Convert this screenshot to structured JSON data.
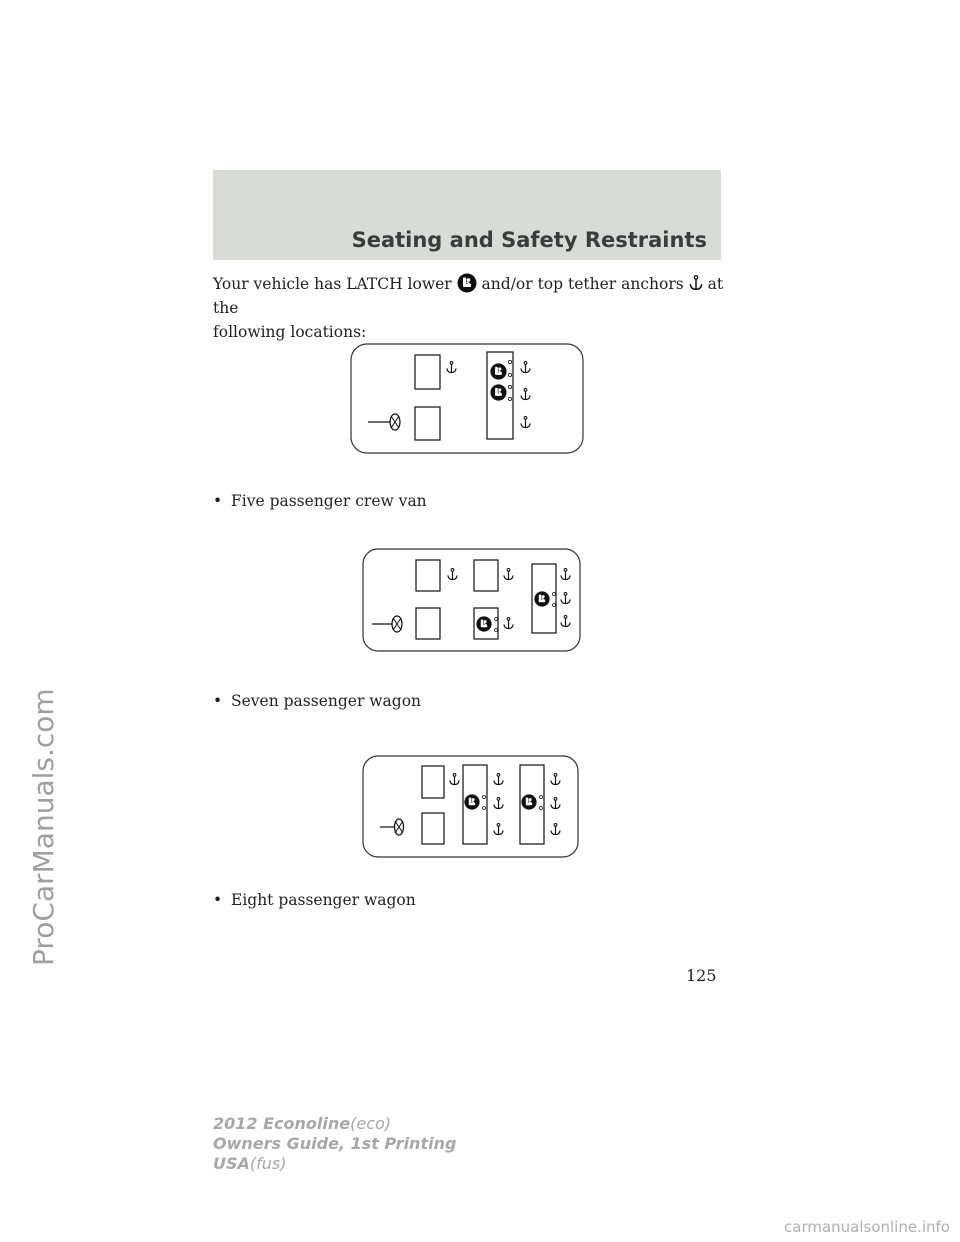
{
  "watermark": {
    "side_text": "ProCarManuals.com",
    "bottom_text": "carmanualsonline.info"
  },
  "header": {
    "section_title": "Seating and Safety Restraints"
  },
  "intro": {
    "part1": "Your vehicle has LATCH lower",
    "part2": "and/or top tether anchors",
    "part3": "at the",
    "line2": "following locations:"
  },
  "icons": {
    "latch": "child-seat-latch-icon",
    "tether": "anchor-icon"
  },
  "bullet": "•",
  "configurations": [
    {
      "caption": "Five passenger crew van"
    },
    {
      "caption": "Seven passenger wagon"
    },
    {
      "caption": "Eight passenger wagon"
    }
  ],
  "page_number": "125",
  "footer": {
    "model": "2012 Econoline",
    "model_code": "(eco)",
    "guide": "Owners Guide, 1st Printing",
    "market": "USA",
    "market_code": "(fus)"
  }
}
